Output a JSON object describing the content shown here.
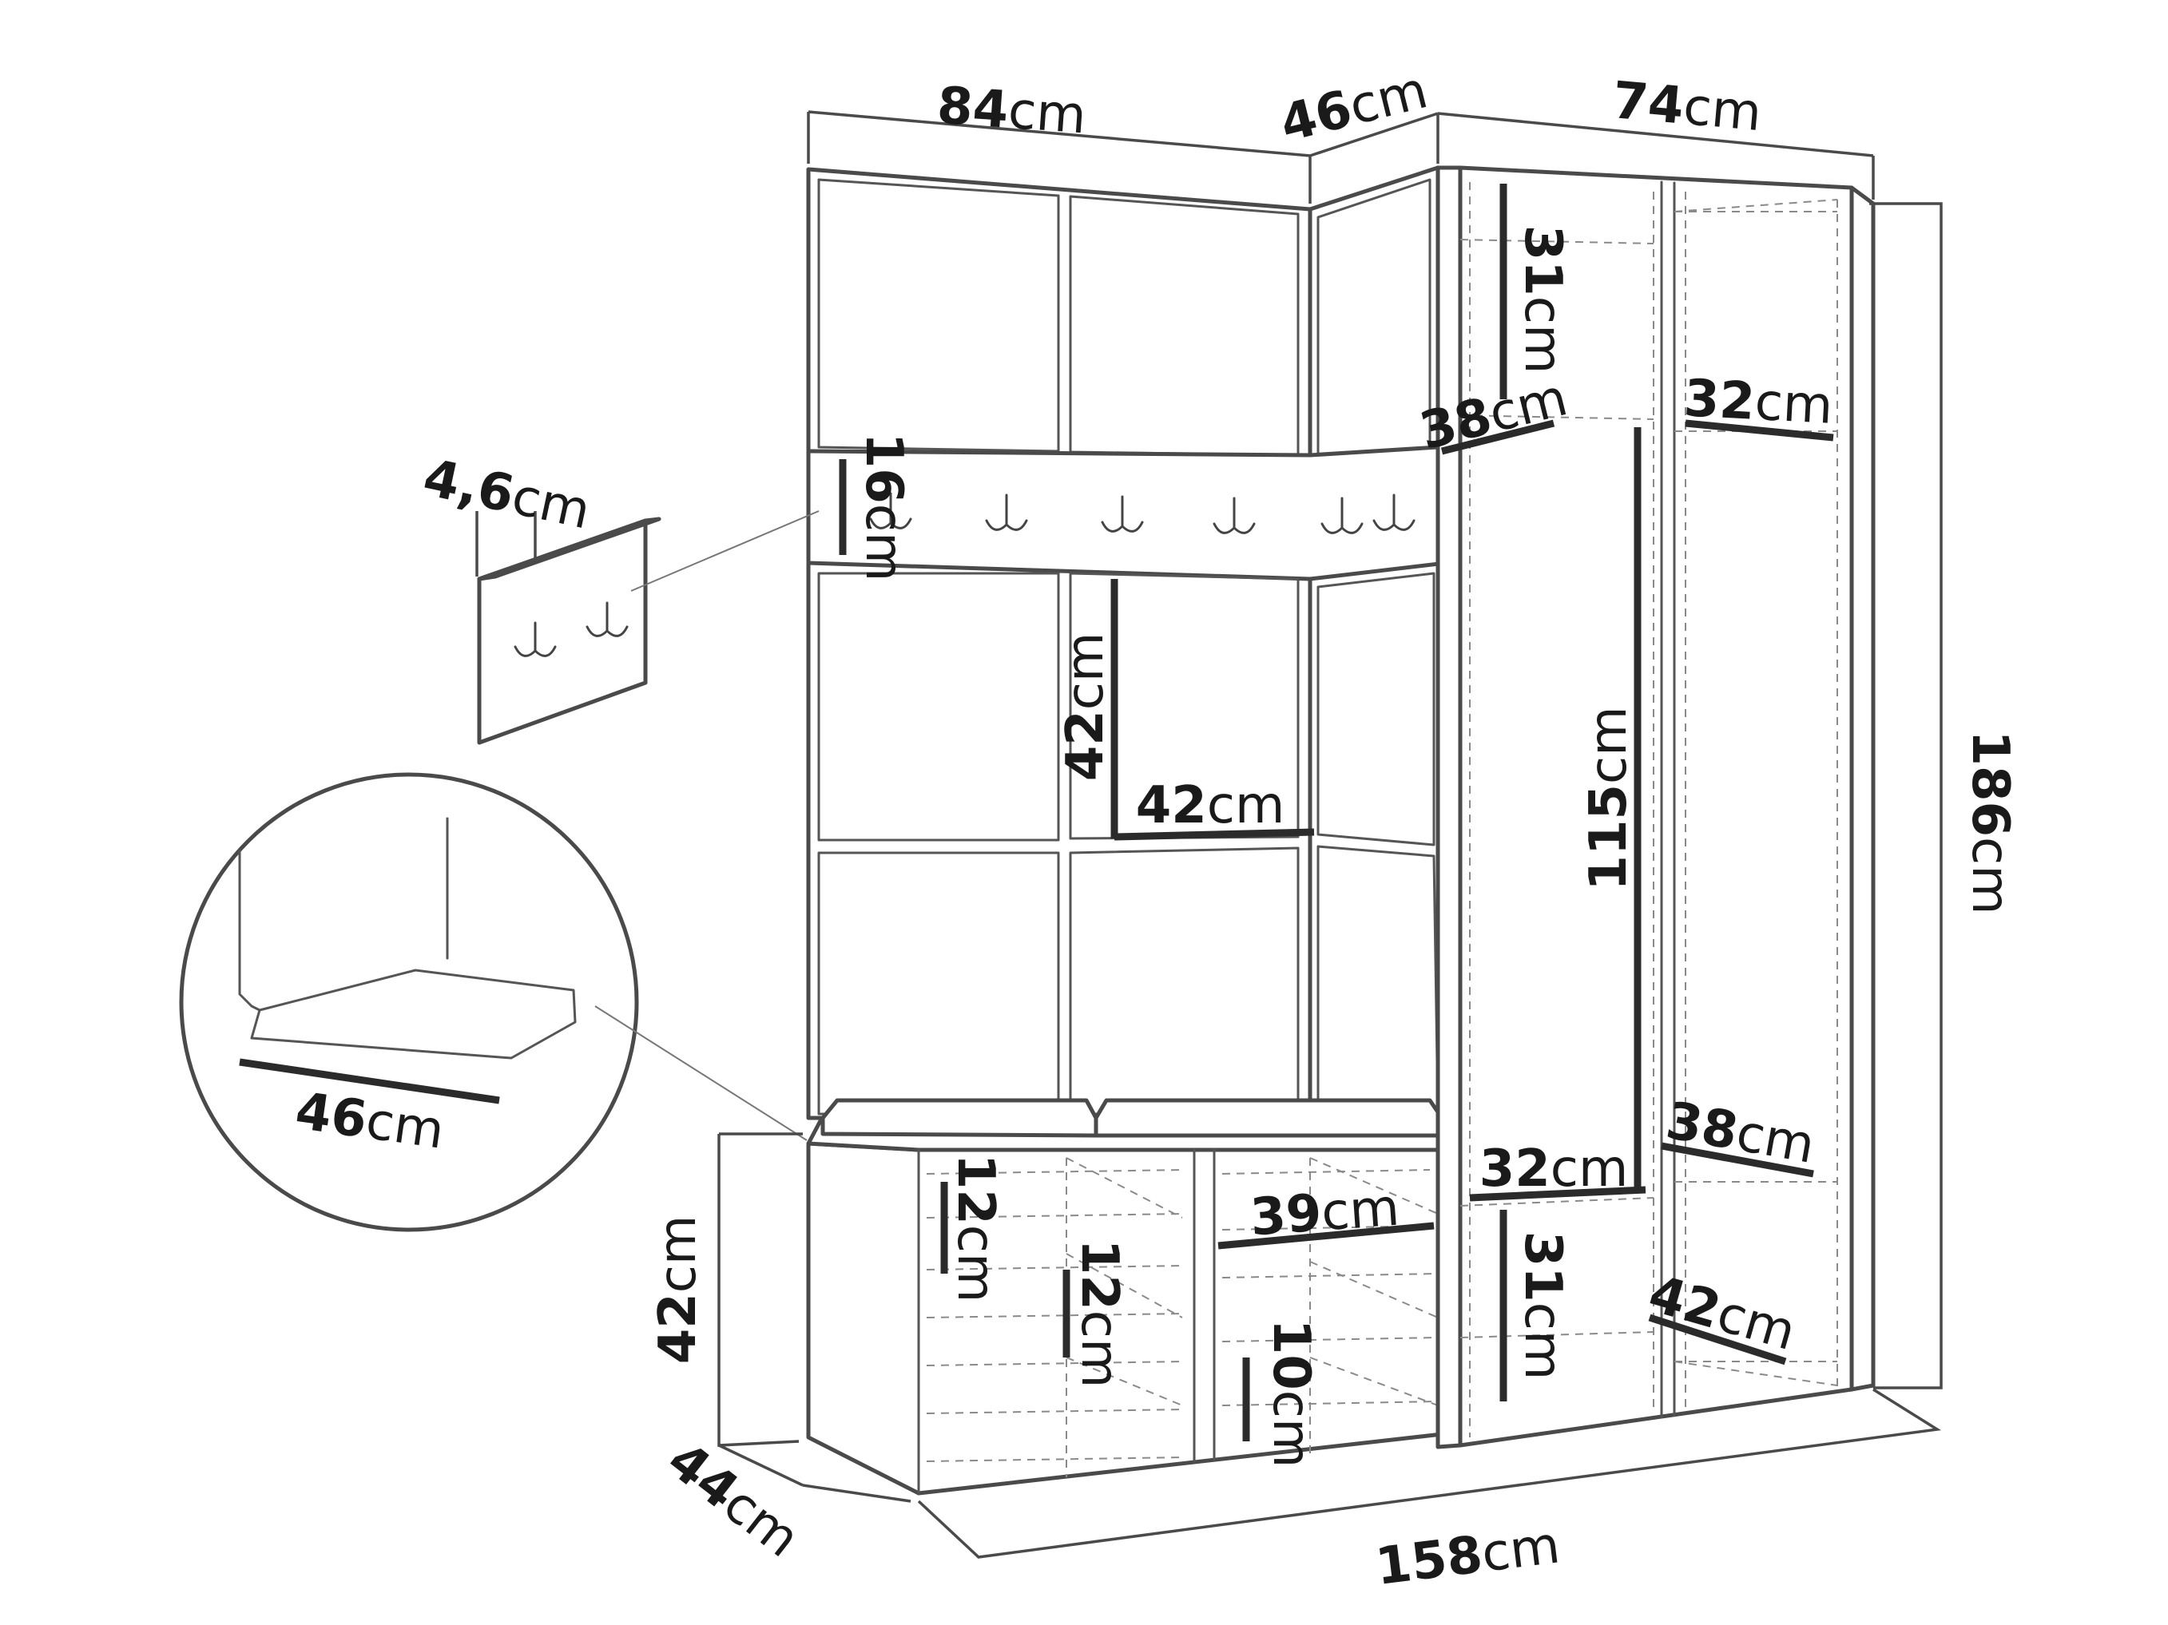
{
  "colors": {
    "line": "#4a4a4a",
    "mark": "#2b2b2b",
    "text": "#1a1a1a",
    "background": "#ffffff"
  },
  "icons": [
    "hook-icon"
  ],
  "dimensions": {
    "top_left_width": {
      "value": "84",
      "unit": "cm"
    },
    "top_corner_width": {
      "value": "46",
      "unit": "cm"
    },
    "top_right_width": {
      "value": "74",
      "unit": "cm"
    },
    "total_height": {
      "value": "186",
      "unit": "cm"
    },
    "hook_rail_height": {
      "value": "16",
      "unit": "cm"
    },
    "hook_depth": {
      "value": "4,6",
      "unit": "cm"
    },
    "panel_height": {
      "value": "42",
      "unit": "cm"
    },
    "panel_width": {
      "value": "42",
      "unit": "cm"
    },
    "top_shelf_gap": {
      "value": "31",
      "unit": "cm"
    },
    "shelf_depth_top": {
      "value": "38",
      "unit": "cm"
    },
    "right_shelf_top": {
      "value": "32",
      "unit": "cm"
    },
    "hanging_height": {
      "value": "115",
      "unit": "cm"
    },
    "right_shelf_low": {
      "value": "38",
      "unit": "cm"
    },
    "inner_width": {
      "value": "32",
      "unit": "cm"
    },
    "lower_shelf_gap": {
      "value": "31",
      "unit": "cm"
    },
    "bottom_depth": {
      "value": "42",
      "unit": "cm"
    },
    "seat_width": {
      "value": "46",
      "unit": "cm"
    },
    "bench_height": {
      "value": "42",
      "unit": "cm"
    },
    "shoe_shelf_a": {
      "value": "12",
      "unit": "cm"
    },
    "shoe_shelf_b": {
      "value": "12",
      "unit": "cm"
    },
    "drawer_width": {
      "value": "39",
      "unit": "cm"
    },
    "drawer_gap": {
      "value": "10",
      "unit": "cm"
    },
    "bench_depth": {
      "value": "44",
      "unit": "cm"
    },
    "total_width": {
      "value": "158",
      "unit": "cm"
    }
  }
}
